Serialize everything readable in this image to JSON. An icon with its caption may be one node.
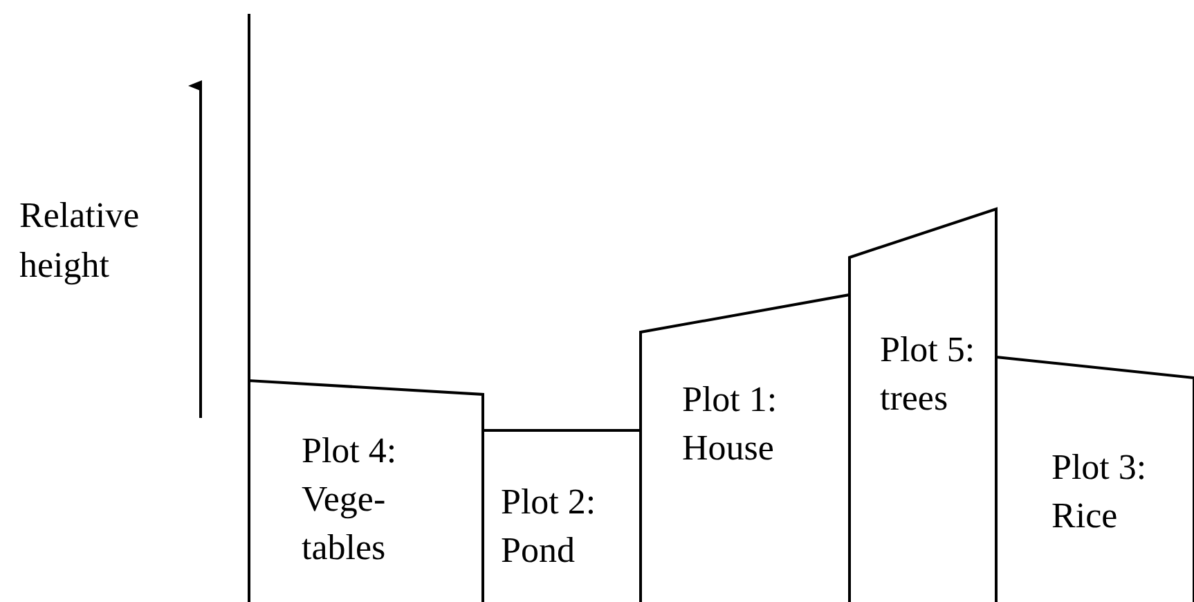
{
  "diagram": {
    "nodes": [
      {
        "text": [
          "Plot 4: Vege- tables"
        ]
      },
      {
        "text": [
          "Plot 2: Pond"
        ]
      },
      {
        "text": [
          "Plot 1: House"
        ]
      },
      {
        "text": [
          "Plot 5: trees"
        ]
      },
      {
        "text": [
          "Plot 3: Rice"
        ]
      }
    ],
    "edges": [],
    "labels": [
      "Relative height"
    ]
  }
}
